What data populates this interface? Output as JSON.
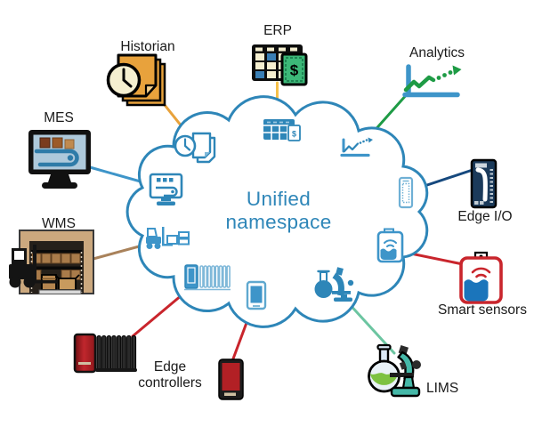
{
  "diagram": {
    "title_line1": "Unified",
    "title_line2": "namespace",
    "title_color": "#2E86B8",
    "cloud_outline_color": "#2E86B8"
  },
  "icons": {
    "erp_dollar": "$"
  },
  "nodes": [
    {
      "id": "historian",
      "label": "Historian",
      "line_color": "#E8A23B"
    },
    {
      "id": "erp",
      "label": "ERP",
      "line_color": "#F6C14A"
    },
    {
      "id": "analytics",
      "label": "Analytics",
      "line_color": "#1E9B45"
    },
    {
      "id": "mes",
      "label": "MES",
      "line_color": "#3E95C9"
    },
    {
      "id": "wms",
      "label": "WMS",
      "line_color": "#A9825B"
    },
    {
      "id": "edge_io",
      "label": "Edge I/O",
      "line_color": "#16497E"
    },
    {
      "id": "smart_sensors",
      "label": "Smart sensors",
      "line_color": "#C9252C"
    },
    {
      "id": "edge_controllers",
      "label": "Edge controllers",
      "label_lines": [
        "Edge",
        "controllers"
      ],
      "line_color": "#C9252C"
    },
    {
      "id": "lims",
      "label": "LIMS",
      "line_color": "#6CC5A1"
    }
  ]
}
